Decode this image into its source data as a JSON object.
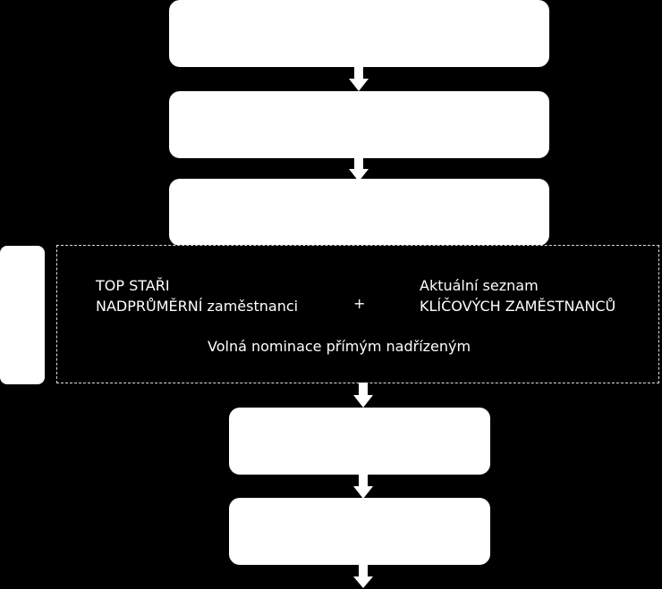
{
  "nomination_block": {
    "left_line1": "TOP STAŘI",
    "left_line2": "NADPRŮMĚRNÍ zaměstnanci",
    "plus": "+",
    "right_line1": "Aktuální seznam",
    "right_line2": "KLÍČOVÝCH ZAMĚSTNANCŮ",
    "bottom": "Volná nominace  přímým nadřízeným"
  },
  "colors": {
    "background": "#000000",
    "box_fill": "#ffffff",
    "arrow": "#ffffff",
    "frame_border": "#dddddd"
  }
}
